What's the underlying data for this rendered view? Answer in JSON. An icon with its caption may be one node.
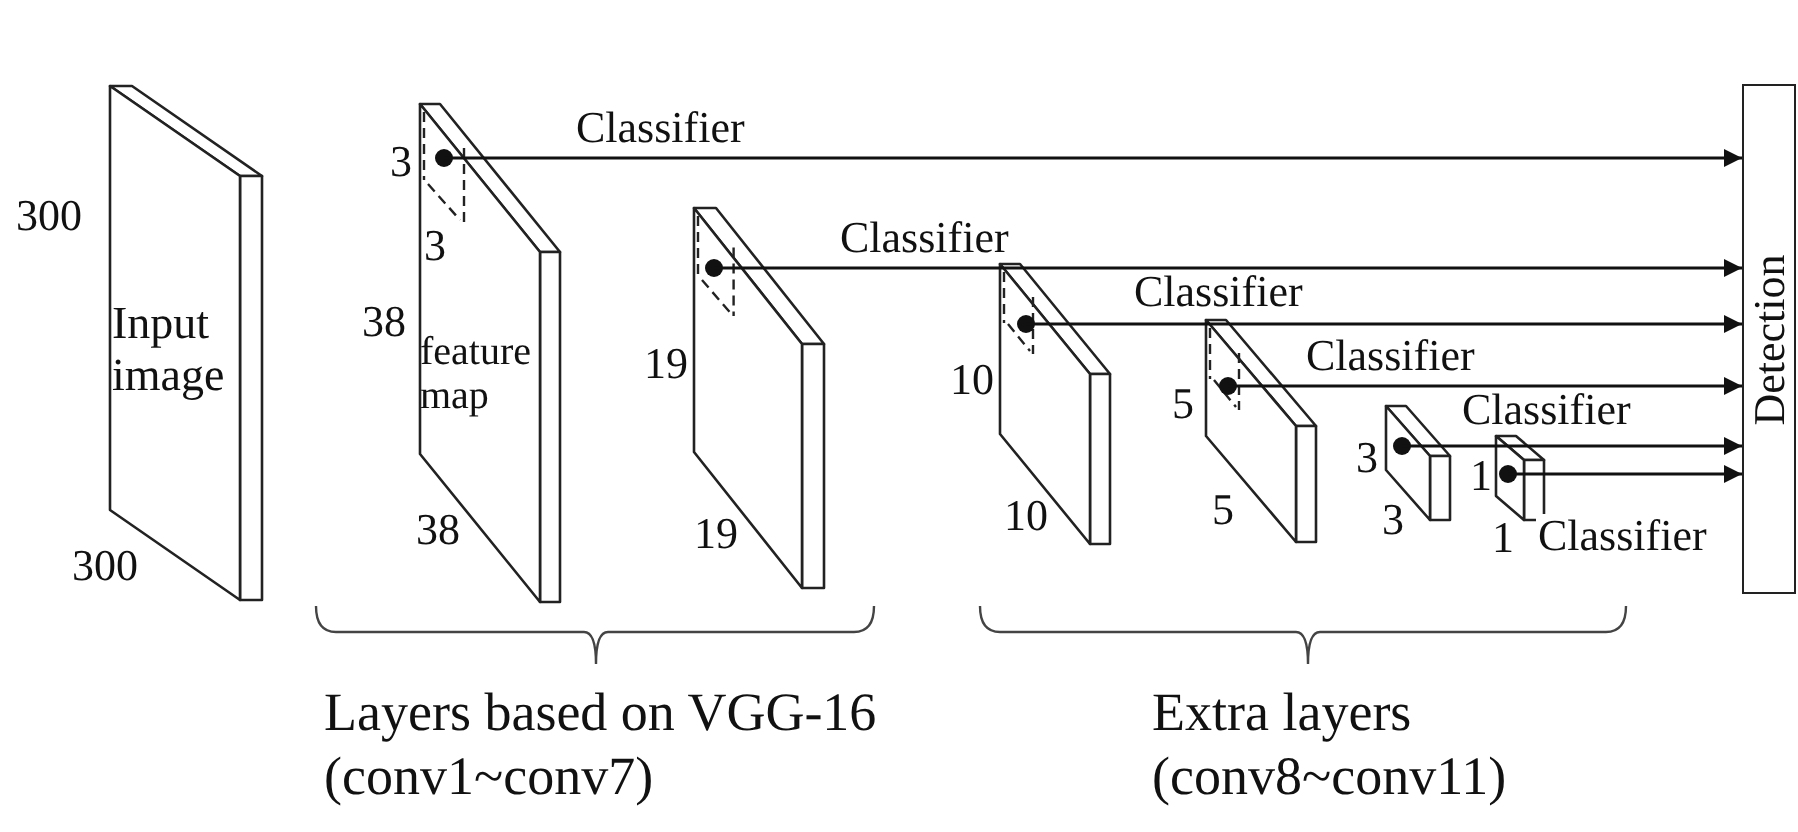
{
  "diagram": {
    "nodes": [
      {
        "text": [
          "Input image"
        ],
        "beside": [
          "300",
          "300"
        ]
      },
      {
        "text": [
          "3",
          "feature map"
        ],
        "beside": [
          "3",
          "38",
          "38"
        ]
      },
      {
        "text": [],
        "shape": "box",
        "beside": [
          "19",
          "19"
        ]
      },
      {
        "text": [],
        "shape": "box",
        "beside": [
          "10",
          "10"
        ]
      },
      {
        "text": [],
        "shape": "box",
        "beside": [
          "5",
          "5"
        ]
      },
      {
        "text": [],
        "shape": "box",
        "beside": [
          "3",
          "3"
        ]
      },
      {
        "text": [],
        "shape": "box",
        "beside": [
          "1",
          "1"
        ]
      },
      {
        "text": [
          "Detection"
        ]
      }
    ],
    "edges": [
      {
        "from": 1,
        "to": 7,
        "arrow": "to",
        "label": "Classifier"
      },
      {
        "from": 2,
        "to": 7,
        "arrow": "to",
        "label": "Classifier"
      },
      {
        "from": 3,
        "to": 7,
        "arrow": "to",
        "label": "Classifier"
      },
      {
        "from": 4,
        "to": 7,
        "arrow": "to",
        "label": "Classifier"
      },
      {
        "from": 5,
        "to": 7,
        "arrow": "to",
        "label": "Classifier"
      },
      {
        "from": 6,
        "to": 7,
        "arrow": "to",
        "label": "Classifier"
      }
    ],
    "labels": [
      "Layers based on VGG-16 (conv1~conv7)",
      "Extra layers (conv8~conv11)"
    ]
  }
}
